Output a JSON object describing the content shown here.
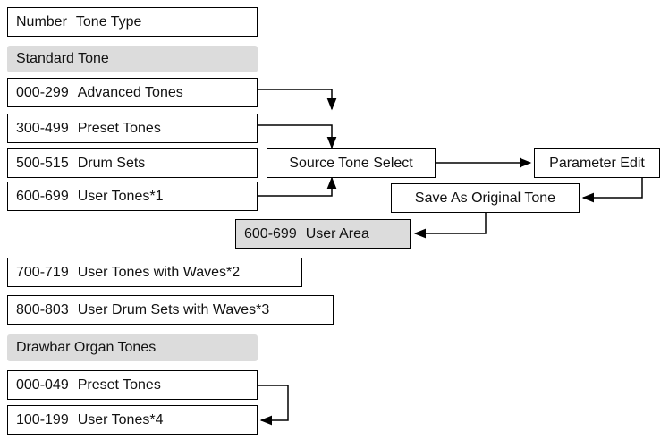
{
  "legend": {
    "number": "Number",
    "tone_type": "Tone Type"
  },
  "standard": {
    "header": "Standard Tone",
    "rows": [
      {
        "number": "000-299",
        "label": "Advanced Tones"
      },
      {
        "number": "300-499",
        "label": "Preset Tones"
      },
      {
        "number": "500-515",
        "label": "Drum Sets"
      },
      {
        "number": "600-699",
        "label": "User Tones*1"
      }
    ]
  },
  "flow": {
    "source": "Source Tone Select",
    "param": "Parameter Edit",
    "save": "Save As Original Tone",
    "user_area": {
      "number": "600-699",
      "label": "User Area"
    }
  },
  "waves": [
    {
      "number": "700-719",
      "label": "User Tones with Waves*2"
    },
    {
      "number": "800-803",
      "label": "User Drum Sets with Waves*3"
    }
  ],
  "drawbar": {
    "header": "Drawbar Organ Tones",
    "rows": [
      {
        "number": "000-049",
        "label": "Preset Tones"
      },
      {
        "number": "100-199",
        "label": "User Tones*4"
      }
    ]
  }
}
